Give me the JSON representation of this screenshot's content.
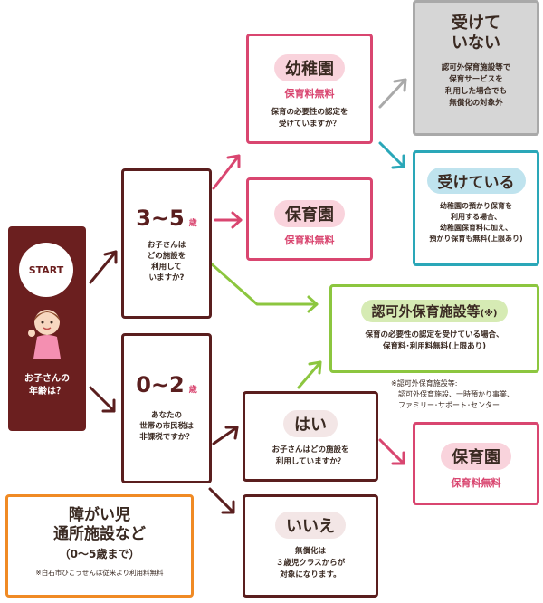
{
  "start": {
    "label": "START",
    "question": "お子さんの\n年齢は？"
  },
  "age_3_5": {
    "age": "3~5",
    "unit": "歳",
    "question": "お子さんは\nどの施設を\n利用して\nいますか?"
  },
  "age_0_2": {
    "age": "0~2",
    "unit": "歳",
    "question": "あなたの\n世帯の市民税は\n非課税ですか？"
  },
  "kindergarten": {
    "title": "幼稚園",
    "fee": "保育料無料",
    "question": "保育の必要性の認定を\n受けていますか？"
  },
  "nursery_3_5": {
    "title": "保育園",
    "fee": "保育料無料"
  },
  "not_received": {
    "title": "受けて\nいない",
    "note": "認可外保育施設等で\n保育サービスを\n利用した場合でも\n無償化の対象外"
  },
  "received": {
    "title": "受けている",
    "note": "幼稚園の預かり保育を\n利用する場合、\n幼稚園保育料に加え、\n預かり保育も無料(上限あり)"
  },
  "unlicensed": {
    "title": "認可外保育施設等",
    "mark": "(※)",
    "note": "保育の必要性の認定を受けている場合、\n保育料･利用料無料(上限あり)"
  },
  "footnote": {
    "text": "※認可外保育施設等:\n　認可外保育施設、一時預かり事業、\n　ファミリー･サポート･センター"
  },
  "yes": {
    "title": "はい",
    "question": "お子さんはどの施設を\n利用していますか？"
  },
  "nursery_0_2": {
    "title": "保育園",
    "fee": "保育料無料"
  },
  "no": {
    "title": "いいえ",
    "note": "無償化は\n３歳児クラスからが\n対象になります。"
  },
  "disability": {
    "title": "障がい児\n通所施設など",
    "ages": "（0～5歳まで）",
    "note": "※白石市ひこうせんは従来より利用料無料"
  }
}
